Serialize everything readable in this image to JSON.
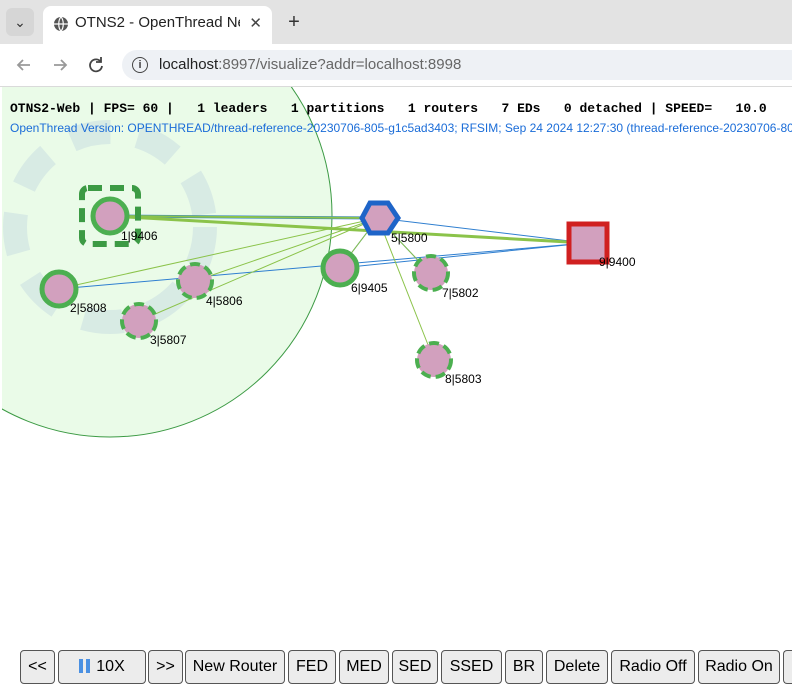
{
  "browser": {
    "tab_title": "OTNS2 - OpenThread Ne",
    "tab_close": "✕",
    "new_tab": "+",
    "url_host": "localhost",
    "url_rest": ":8997/visualize?addr=localhost:8998"
  },
  "status": {
    "line": "OTNS2-Web | FPS= 60 |   1 leaders   1 partitions   1 routers   7 EDs   0 detached | SPEED=   10.0",
    "version": "OpenThread Version: OPENTHREAD/thread-reference-20230706-805-g1c5ad3403; RFSIM; Sep 24 2024 12:27:30 (thread-reference-20230706-80"
  },
  "nodes": [
    {
      "label": "1|9406",
      "role": "leader-router"
    },
    {
      "label": "2|5808",
      "role": "end-device"
    },
    {
      "label": "3|5807",
      "role": "sleepy-end-device"
    },
    {
      "label": "4|5806",
      "role": "sleepy-end-device"
    },
    {
      "label": "5|5800",
      "role": "border-router"
    },
    {
      "label": "6|9405",
      "role": "end-device"
    },
    {
      "label": "7|5802",
      "role": "sleepy-end-device"
    },
    {
      "label": "8|5803",
      "role": "sleepy-end-device"
    },
    {
      "label": "9|9400",
      "role": "detached-router"
    }
  ],
  "colors": {
    "node_fill": "#d2a0be",
    "node_ring": "#4caf50",
    "leader_ring": "#3c9a44",
    "router_ring": "#1e64c8",
    "detached_ring": "#d02020",
    "blue_link": "#2f7fd0",
    "green_link": "#8bc34a",
    "range_fill": "#eafbe8"
  },
  "controls": {
    "slower": "<<",
    "speed": "10X",
    "faster": ">>",
    "new_router": "New Router",
    "fed": "FED",
    "med": "MED",
    "sed": "SED",
    "ssed": "SSED",
    "br": "BR",
    "delete": "Delete",
    "radio_off": "Radio Off",
    "radio_on": "Radio On"
  }
}
